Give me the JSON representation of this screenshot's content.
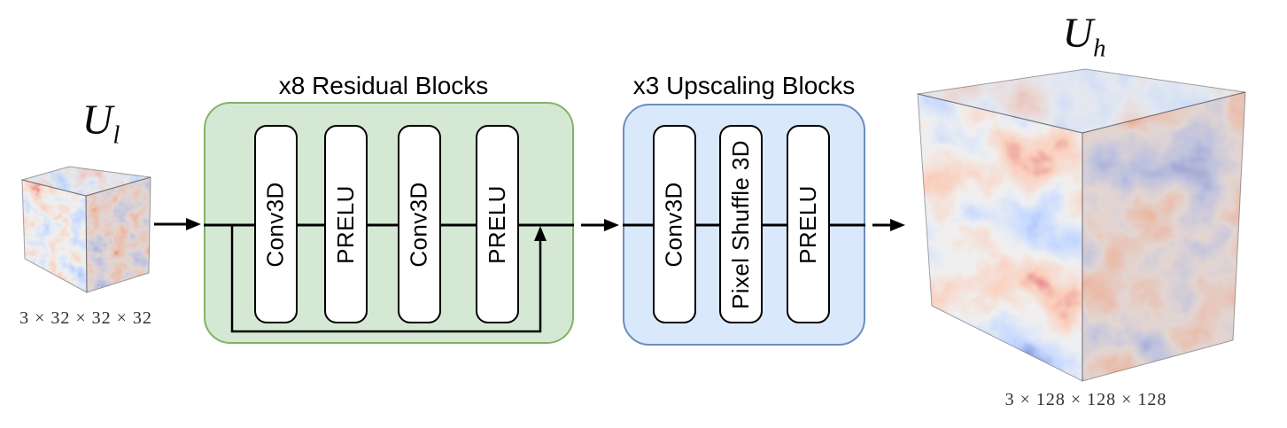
{
  "diagram": {
    "input": {
      "symbol": "U",
      "subscript": "l",
      "shape": "3 × 32 × 32 × 32"
    },
    "output": {
      "symbol": "U",
      "subscript": "h",
      "shape": "3 × 128 × 128 × 128"
    },
    "residual": {
      "title": "x8 Residual Blocks",
      "layers": [
        "Conv3D",
        "PRELU",
        "Conv3D",
        "PRELU"
      ]
    },
    "upscaling": {
      "title": "x3 Upscaling Blocks",
      "layers": [
        "Conv3D",
        "Pixel Shuffle 3D",
        "PRELU"
      ]
    },
    "colors": {
      "residual_fill": "#d5e8d4",
      "residual_border": "#82b366",
      "upscaling_fill": "#dae8fc",
      "upscaling_border": "#6c8ebf",
      "layer_fill": "#ffffff",
      "layer_border": "#000000",
      "connector": "#000000",
      "cube_cool": "#3b4cc0",
      "cube_mid": "#dddddd",
      "cube_warm": "#b40426"
    }
  }
}
